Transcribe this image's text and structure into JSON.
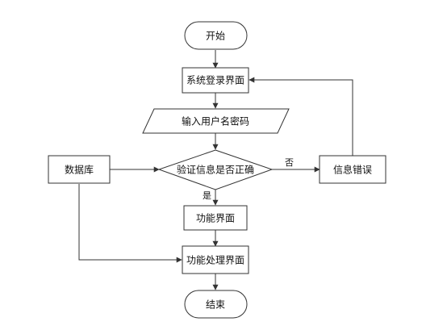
{
  "nodes": {
    "start": {
      "label": "开始",
      "shape": "terminal"
    },
    "login": {
      "label": "系统登录界面",
      "shape": "process"
    },
    "input": {
      "label": "输入用户名密码",
      "shape": "io"
    },
    "verify": {
      "label": "验证信息是否正确",
      "shape": "decision"
    },
    "database": {
      "label": "数据库",
      "shape": "process"
    },
    "error": {
      "label": "信息错误",
      "shape": "process"
    },
    "function_ui": {
      "label": "功能界面",
      "shape": "process"
    },
    "function_process": {
      "label": "功能处理界面",
      "shape": "process"
    },
    "end": {
      "label": "结束",
      "shape": "terminal"
    }
  },
  "edges": [
    {
      "from": "start",
      "to": "login",
      "label": ""
    },
    {
      "from": "login",
      "to": "input",
      "label": ""
    },
    {
      "from": "input",
      "to": "verify",
      "label": ""
    },
    {
      "from": "database",
      "to": "verify",
      "label": ""
    },
    {
      "from": "verify",
      "to": "error",
      "label": "否"
    },
    {
      "from": "error",
      "to": "login",
      "label": ""
    },
    {
      "from": "verify",
      "to": "function_ui",
      "label": "是"
    },
    {
      "from": "function_ui",
      "to": "function_process",
      "label": ""
    },
    {
      "from": "database",
      "to": "function_process",
      "label": ""
    },
    {
      "from": "function_process",
      "to": "end",
      "label": ""
    }
  ],
  "colors": {
    "stroke": "#333333",
    "fill": "#ffffff",
    "text": "#111111"
  }
}
